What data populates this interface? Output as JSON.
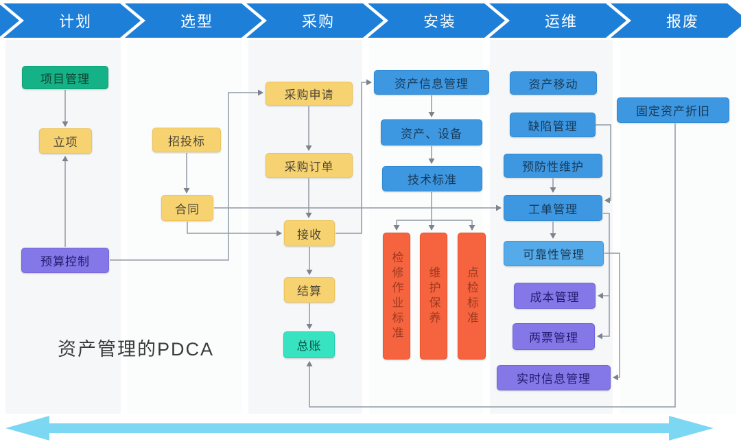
{
  "banner": {
    "stages": [
      "计划",
      "选型",
      "采购",
      "安装",
      "运维",
      "报废"
    ]
  },
  "title": "资产管理的PDCA",
  "nodes": {
    "project_management": {
      "label": "项目管理"
    },
    "initiation": {
      "label": "立项"
    },
    "budget_control": {
      "label": "预算控制"
    },
    "bidding": {
      "label": "招投标"
    },
    "contract": {
      "label": "合同"
    },
    "purchase_request": {
      "label": "采购申请"
    },
    "purchase_order": {
      "label": "采购订单"
    },
    "receive": {
      "label": "接收"
    },
    "settlement": {
      "label": "结算"
    },
    "general_ledger": {
      "label": "总账"
    },
    "asset_info_mgmt": {
      "label": "资产信息管理"
    },
    "asset_equipment": {
      "label": "资产、设备"
    },
    "tech_standard": {
      "label": "技术标准"
    },
    "overhaul_standard": {
      "label": "检修作业标准"
    },
    "maintenance_care": {
      "label": "维护保养"
    },
    "spot_check_standard": {
      "label": "点检标准"
    },
    "asset_move": {
      "label": "资产移动"
    },
    "defect_mgmt": {
      "label": "缺陷管理"
    },
    "preventive_maintenance": {
      "label": "预防性维护"
    },
    "work_order_mgmt": {
      "label": "工单管理"
    },
    "reliability_mgmt": {
      "label": "可靠性管理"
    },
    "cost_mgmt": {
      "label": "成本管理"
    },
    "two_ticket_mgmt": {
      "label": "两票管理"
    },
    "realtime_info_mgmt": {
      "label": "实时信息管理"
    },
    "fixed_asset_depreciation": {
      "label": "固定资产折旧"
    }
  },
  "palette": {
    "chevron_blue": "#1d7fd8",
    "box_blue": "#3e97e1",
    "box_blue_light": "#55aae9",
    "box_yellow": "#f6d271",
    "box_green": "#16b287",
    "box_purple": "#8478e8",
    "box_teal": "#38e3c2",
    "box_orange": "#f5643e",
    "connector_gray": "#9099a3",
    "bottom_arrow_cyan": "#7cd7f3"
  }
}
